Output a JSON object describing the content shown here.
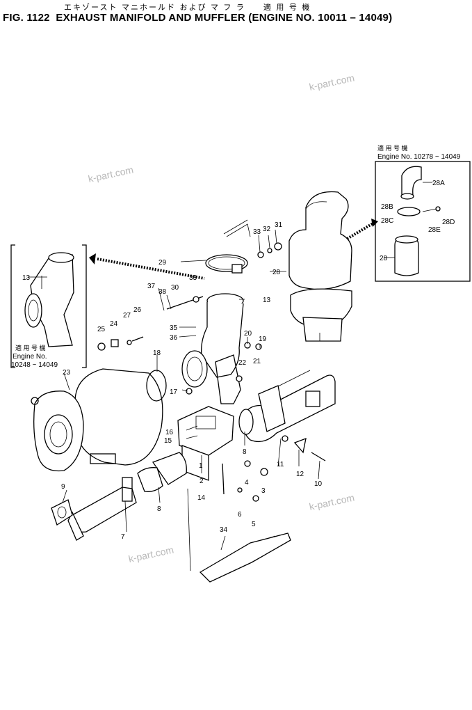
{
  "header": {
    "japanese_title": "エキゾースト マニホールド および マ フ ラ　　適 用 号 機",
    "title": "FIG. 1122  EXHAUST MANIFOLD AND MUFFLER (ENGINE NO. 10011 – 14049)"
  },
  "watermarks": [
    "k-part.com",
    "k-part.com",
    "k-part.com",
    "k-part.com"
  ],
  "inset_left": {
    "applicability_label": "適 用 号 機",
    "engine_label": "Engine No.",
    "engine_range": "10248 ~ 14049",
    "part_number": "13"
  },
  "inset_right": {
    "applicability_label": "適 用 号 機",
    "engine_range": "Engine No. 10278 ~ 14049",
    "parts": [
      "28A",
      "28B",
      "28C",
      "28D",
      "28E",
      "28"
    ]
  },
  "callouts": [
    "1",
    "2",
    "3",
    "4",
    "5",
    "6",
    "7",
    "8",
    "8",
    "9",
    "10",
    "11",
    "12",
    "13",
    "14",
    "15",
    "16",
    "17",
    "18",
    "19",
    "20",
    "21",
    "22",
    "23",
    "24",
    "25",
    "26",
    "27",
    "28",
    "29",
    "30",
    "31",
    "32",
    "33",
    "33",
    "34",
    "35",
    "36",
    "37",
    "38"
  ]
}
